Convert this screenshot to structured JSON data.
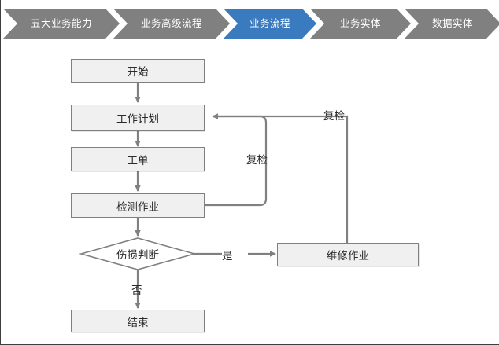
{
  "breadcrumb": {
    "active_color": "#3a7bbf",
    "inactive_color": "#808080",
    "items": [
      {
        "label": "五大业务能力",
        "active": false
      },
      {
        "label": "业务高级流程",
        "active": false
      },
      {
        "label": "业务流程",
        "active": true
      },
      {
        "label": "业务实体",
        "active": false
      },
      {
        "label": "数据实体",
        "active": false
      }
    ]
  },
  "flowchart": {
    "type": "flowchart",
    "node_fill": "#f0f0f0",
    "node_border": "#808080",
    "connector_color": "#808080",
    "nodes": [
      {
        "id": "start",
        "label": "开始",
        "shape": "rect"
      },
      {
        "id": "workplan",
        "label": "工作计划",
        "shape": "rect"
      },
      {
        "id": "workorder",
        "label": "工单",
        "shape": "rect"
      },
      {
        "id": "inspection",
        "label": "检测作业",
        "shape": "rect"
      },
      {
        "id": "decision",
        "label": "伤损判断",
        "shape": "diamond"
      },
      {
        "id": "repair",
        "label": "维修作业",
        "shape": "rect"
      },
      {
        "id": "end",
        "label": "结束",
        "shape": "rect"
      }
    ],
    "edge_labels": {
      "yes": "是",
      "no": "否",
      "recheck_inner": "复检",
      "recheck_outer": "复检"
    }
  }
}
